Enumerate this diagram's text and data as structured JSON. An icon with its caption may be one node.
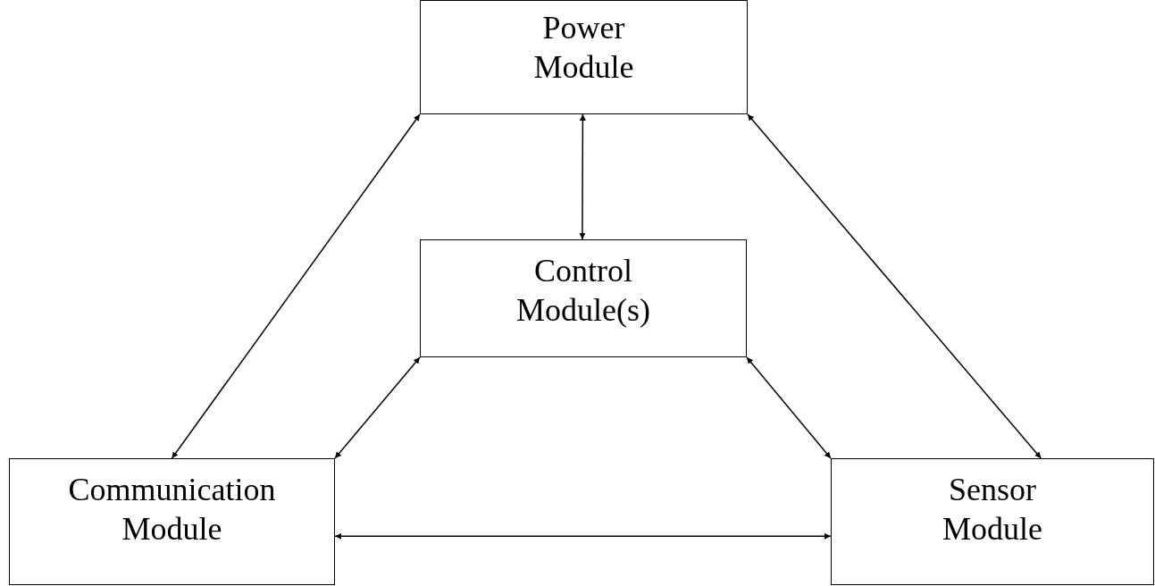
{
  "diagram": {
    "nodes": [
      {
        "text": [
          "Power Module"
        ]
      },
      {
        "text": [
          "Control Module(s)"
        ]
      },
      {
        "text": [
          "Communication Module"
        ]
      },
      {
        "text": [
          "Sensor Module"
        ]
      }
    ],
    "edges": [
      {
        "from": 0,
        "to": 1,
        "arrow": "both"
      },
      {
        "from": 0,
        "to": 2,
        "arrow": "both"
      },
      {
        "from": 0,
        "to": 3,
        "arrow": "both"
      },
      {
        "from": 1,
        "to": 2,
        "arrow": "both"
      },
      {
        "from": 1,
        "to": 3,
        "arrow": "both"
      },
      {
        "from": 2,
        "to": 3,
        "arrow": "both"
      }
    ]
  }
}
